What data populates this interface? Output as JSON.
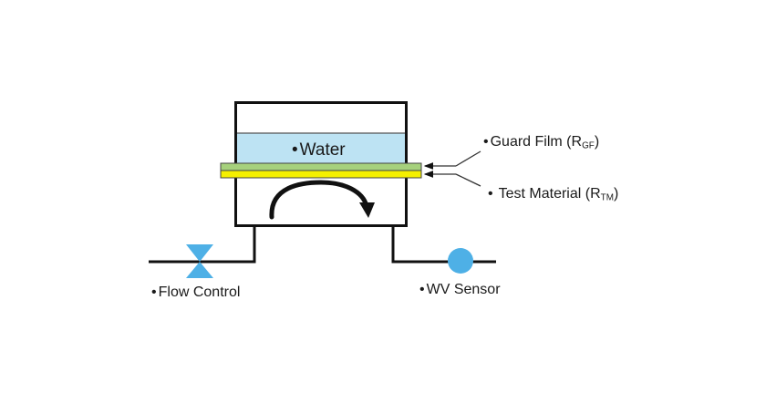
{
  "diagram": {
    "labels": {
      "water": "Water",
      "guard_film": "Guard Film (R",
      "guard_film_sub": "GF",
      "guard_film_close": ")",
      "test_material": "Test Material (R",
      "test_material_sub": "TM",
      "test_material_close": ")",
      "flow_control": "Flow Control",
      "wv_sensor": "WV Sensor",
      "bullet": "•"
    },
    "colors": {
      "water": "#bde3f3",
      "guard_film": "#a6d17c",
      "test_material": "#f5f000",
      "valve": "#4eb0e6",
      "sensor": "#4eb0e6",
      "outline": "#111111"
    },
    "components": [
      {
        "id": "chamber",
        "type": "cell"
      },
      {
        "id": "water",
        "type": "reservoir"
      },
      {
        "id": "guard-film",
        "type": "layer"
      },
      {
        "id": "test-material",
        "type": "layer"
      },
      {
        "id": "flow-arrow",
        "type": "circulation-arrow"
      },
      {
        "id": "flow-control",
        "type": "valve"
      },
      {
        "id": "wv-sensor",
        "type": "sensor"
      }
    ]
  }
}
